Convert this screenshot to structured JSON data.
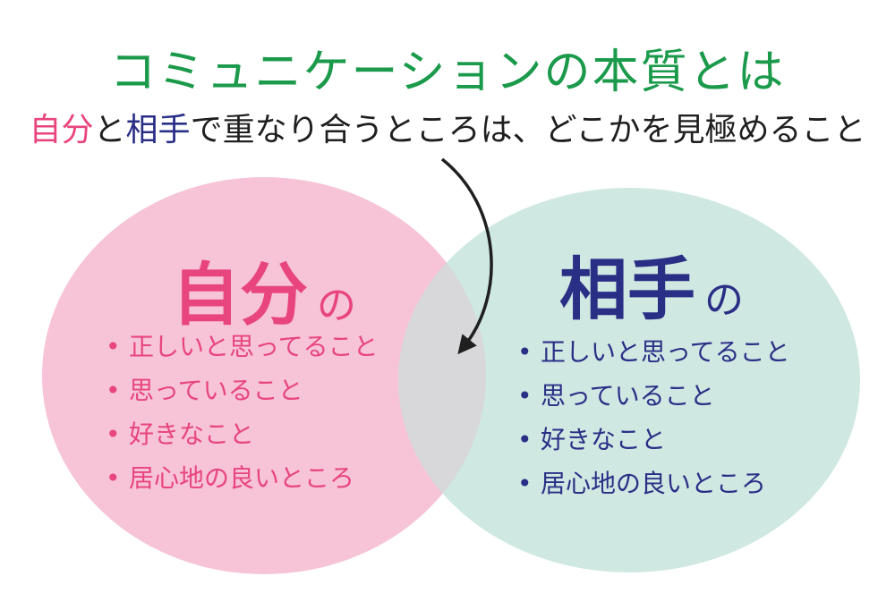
{
  "title": "コミュニケーションの本質とは",
  "subtitle": {
    "self": "自分",
    "and": "と",
    "other": "相手",
    "rest": "で重なり合うところは、どこかを見極めること"
  },
  "self_circle": {
    "heading": "自分",
    "particle": "の",
    "items": [
      "正しいと思ってること",
      "思っていること",
      "好きなこと",
      "居心地の良いところ"
    ]
  },
  "other_circle": {
    "heading": "相手",
    "particle": "の",
    "items": [
      "正しいと思ってること",
      "思っていること",
      "好きなこと",
      "居心地の良いところ"
    ]
  },
  "colors": {
    "title": "#1a9a4a",
    "self": "#e8457e",
    "other": "#2a2f86",
    "self_fill": "#f6c3d7",
    "other_fill": "#cfe8e2",
    "overlap_fill": "#d8d7da"
  },
  "icons": [
    "curved-arrow-icon",
    "bullet-icon"
  ]
}
